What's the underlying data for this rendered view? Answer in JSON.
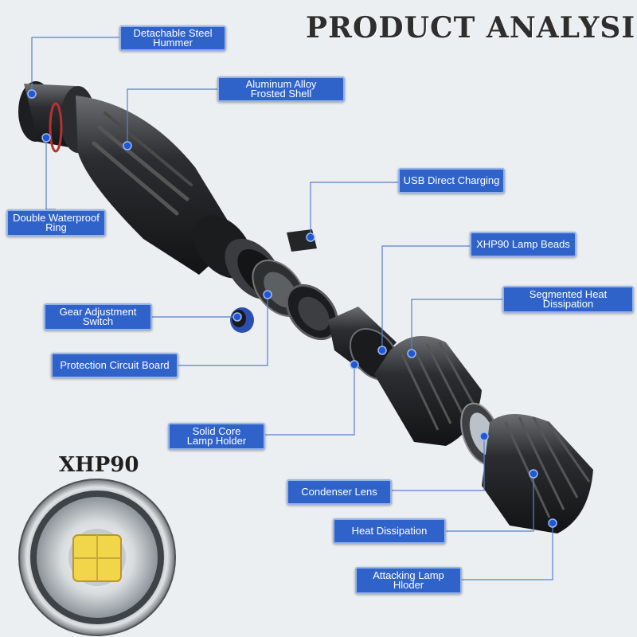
{
  "title": "PRODUCT ANALYSIS",
  "model": "XHP90",
  "colors": {
    "label_bg": "#2f63c9",
    "label_border": "#97b4ea",
    "leader": "#5a7fcf",
    "dot": "#1f57d6",
    "led": "#f2d64a"
  },
  "labels": {
    "detachable_steel_hummer": "Detachable Steel\nHummer",
    "aluminum_alloy_frosted_shell": "Aluminum Alloy\nFrosted Shell",
    "usb_direct_charging": "USB Direct Charging",
    "double_waterproof_ring": "Double Waterproof\nRing",
    "xhp90_lamp_beads": "XHP90 Lamp Beads",
    "segmented_heat_dissipation": "Segmented Heat\nDissipation",
    "gear_adjustment_switch": "Gear Adjustment\nSwitch",
    "protection_circuit_board": "Protection Circuit Board",
    "solid_core_lamp_holder": "Solid Core\nLamp Holder",
    "condenser_lens": "Condenser Lens",
    "heat_dissipation": "Heat Dissipation",
    "attacking_lamp_holder": "Attacking Lamp\nHloder"
  }
}
